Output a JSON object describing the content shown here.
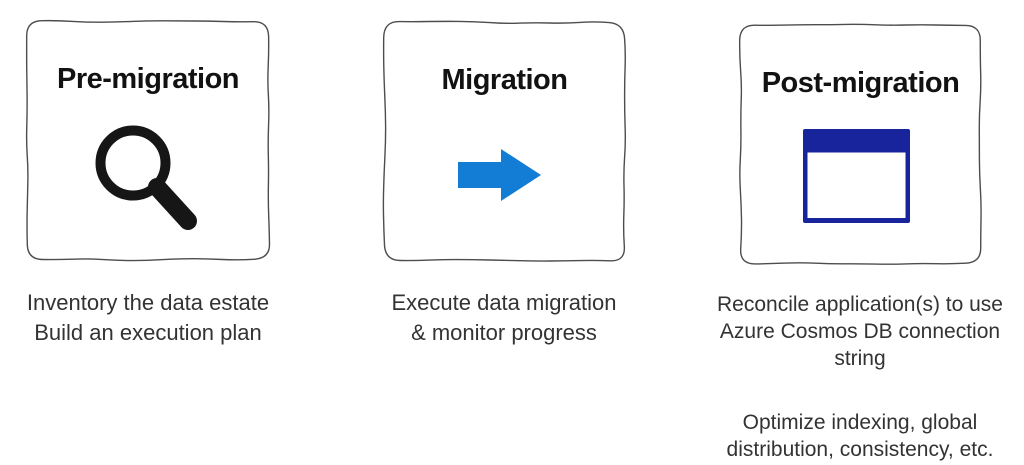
{
  "figure": {
    "columns": [
      {
        "title": "Pre-migration",
        "icon": "search-icon",
        "paragraphs": [
          {
            "lines": [
              "Inventory the data estate",
              "Build an execution plan"
            ]
          }
        ]
      },
      {
        "title": "Migration",
        "icon": "arrow-right-icon",
        "paragraphs": [
          {
            "lines": [
              "Execute data migration",
              "& monitor progress"
            ]
          }
        ]
      },
      {
        "title": "Post-migration",
        "icon": "app-window-icon",
        "paragraphs": [
          {
            "lines": [
              "Reconcile application(s) to use",
              "Azure Cosmos DB connection",
              "string"
            ]
          },
          {
            "lines": [
              "Optimize indexing, global",
              "distribution, consistency, etc."
            ]
          }
        ]
      }
    ],
    "colors": {
      "arrow_blue": "#137cd4",
      "window_navy": "#17249c",
      "icon_black": "#161616",
      "text": "#333333",
      "box_border": "#4d4d4d",
      "background": "#ffffff"
    }
  }
}
